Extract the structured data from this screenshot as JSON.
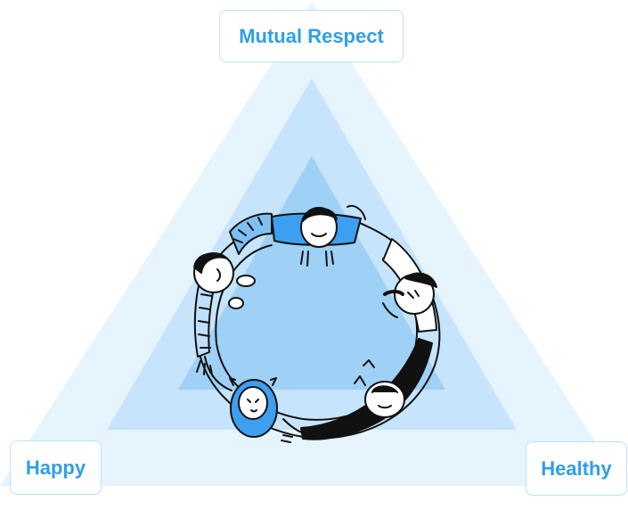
{
  "labels": {
    "top": "Mutual Respect",
    "left": "Happy",
    "right": "Healthy"
  },
  "colors": {
    "outer_triangle": "#e6f4fe",
    "middle_triangle": "#c6e4fb",
    "inner_triangle": "#9fd0f6",
    "accent_blue": "#2f9fe8",
    "person_blue": "#3d9ff0",
    "ink": "#111111",
    "label_border": "#bfe0fb"
  },
  "illustration": {
    "description_icon": "people-holding-hands-circle-illustration"
  }
}
